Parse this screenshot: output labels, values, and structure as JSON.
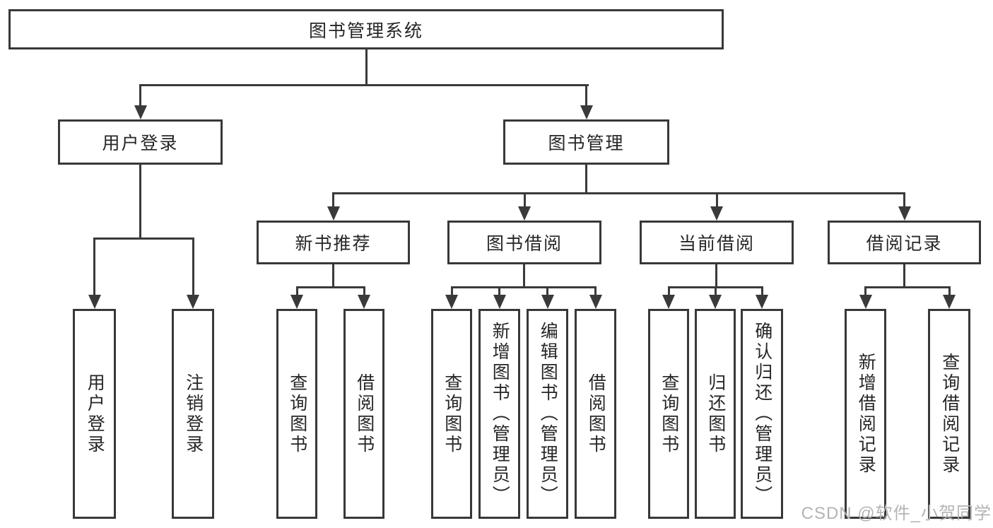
{
  "tree": {
    "root": {
      "label": "图书管理系统"
    },
    "level2": [
      {
        "label": "用户登录",
        "children": [
          {
            "label": "用户登录"
          },
          {
            "label": "注销登录"
          }
        ]
      },
      {
        "label": "图书管理",
        "children": [
          {
            "label": "新书推荐",
            "children": [
              {
                "label": "查询图书"
              },
              {
                "label": "借阅图书"
              }
            ]
          },
          {
            "label": "图书借阅",
            "children": [
              {
                "label": "查询图书"
              },
              {
                "label": "新增图书（管理员）"
              },
              {
                "label": "编辑图书（管理员）"
              },
              {
                "label": "借阅图书"
              }
            ]
          },
          {
            "label": "当前借阅",
            "children": [
              {
                "label": "查询图书"
              },
              {
                "label": "归还图书"
              },
              {
                "label": "确认归还（管理员）"
              }
            ]
          },
          {
            "label": "借阅记录",
            "children": [
              {
                "label": "新增借阅记录"
              },
              {
                "label": "查询借阅记录"
              }
            ]
          }
        ]
      }
    ]
  },
  "watermark": {
    "text": "CSDN @软件_小贺同学"
  },
  "colors": {
    "line": "#3a3a3a",
    "border": "#383838",
    "text": "#262626",
    "background": "#ffffff",
    "watermark": "#b4b4b4"
  }
}
